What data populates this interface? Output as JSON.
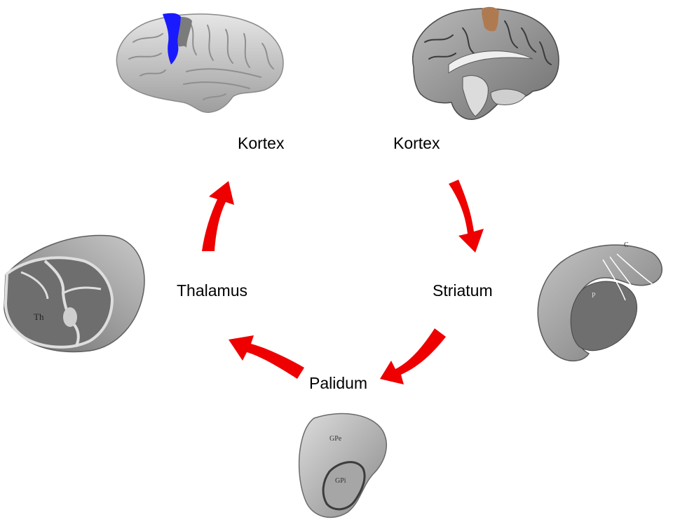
{
  "diagram": {
    "nodes": {
      "kortex_left": {
        "label": "Kortex"
      },
      "kortex_right": {
        "label": "Kortex"
      },
      "striatum": {
        "label": "Striatum"
      },
      "palidum": {
        "label": "Palidum"
      },
      "thalamus": {
        "label": "Thalamus"
      }
    },
    "illustrations": {
      "thalamus_tag": "Th",
      "striatum_tag_c": "C",
      "striatum_tag_p": "P",
      "pallidum_tag_gpe": "GPe",
      "pallidum_tag_gpi": "GPi"
    },
    "edges": [
      {
        "from": "kortex_right",
        "to": "striatum"
      },
      {
        "from": "striatum",
        "to": "palidum"
      },
      {
        "from": "palidum",
        "to": "thalamus"
      },
      {
        "from": "thalamus",
        "to": "kortex_left"
      }
    ],
    "colors": {
      "arrow": "#ee0000",
      "motor_area": "#1a1aff",
      "medial_area": "#b07a50",
      "brain": "#b8b8b8",
      "nucleus": "#9a9a9a"
    }
  }
}
